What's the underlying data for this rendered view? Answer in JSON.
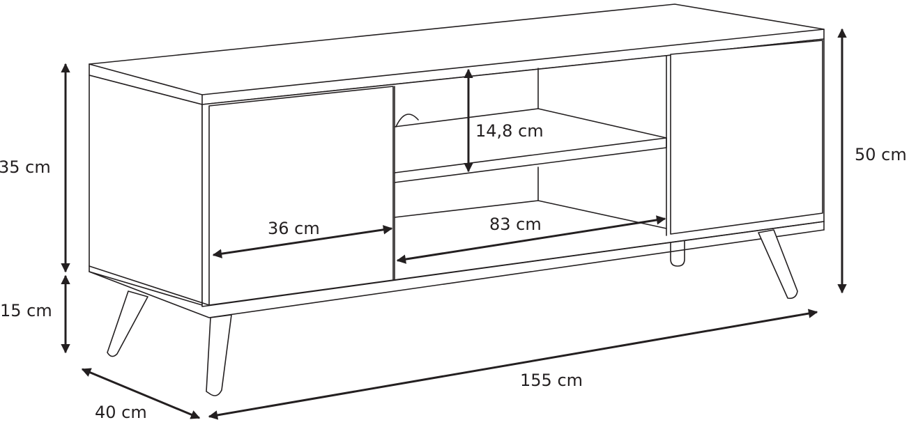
{
  "diagram": {
    "colors": {
      "line": "#231f20",
      "background": "#ffffff"
    },
    "dimensions": {
      "body_height": "35 cm",
      "leg_height": "15 cm",
      "total_height": "50 cm",
      "shelf_height": "14,8 cm",
      "door_width": "36 cm",
      "shelf_width": "83 cm",
      "total_width": "155 cm",
      "depth": "40 cm"
    }
  }
}
